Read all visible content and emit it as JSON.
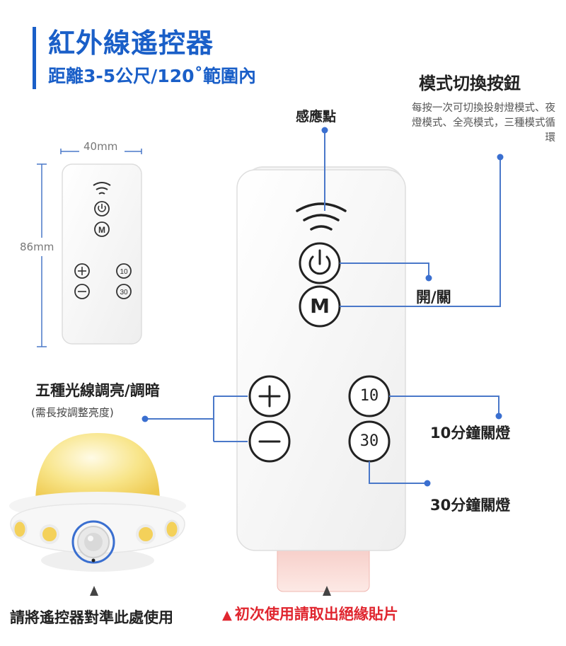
{
  "header": {
    "title": "紅外線遙控器",
    "subtitle": "距離3-5公尺/120˚範圍內"
  },
  "mode_switch": {
    "title": "模式切換按鈕",
    "description": "每按一次可切換投射燈模式、夜燈模式、全亮模式，三種模式循環"
  },
  "sensor": {
    "label": "感應點"
  },
  "dimensions": {
    "width": "40mm",
    "height": "86mm"
  },
  "power": {
    "label": "開/關"
  },
  "brightness": {
    "label": "五種光線調亮/調暗",
    "note": "(需長按調整亮度)"
  },
  "timer_10": {
    "label": "10分鐘關燈",
    "button_text": "10"
  },
  "timer_30": {
    "label": "30分鐘關燈",
    "button_text": "30"
  },
  "mode_button_text": "M",
  "footer": {
    "aim_text": "請將遙控器對準此處使用",
    "warning_text": "初次使用請取出絕緣貼片",
    "warning_symbol": "▲",
    "pointer_symbol": "▲"
  },
  "colors": {
    "accent": "#1a5fc8",
    "line": "#4a78c9",
    "warning": "#e0262f",
    "lamp_dome": "#f7e27a",
    "pull_tab": "#f3c7c4"
  },
  "icons": [
    "ir-signal-icon",
    "power-icon",
    "plus-icon",
    "minus-icon"
  ]
}
